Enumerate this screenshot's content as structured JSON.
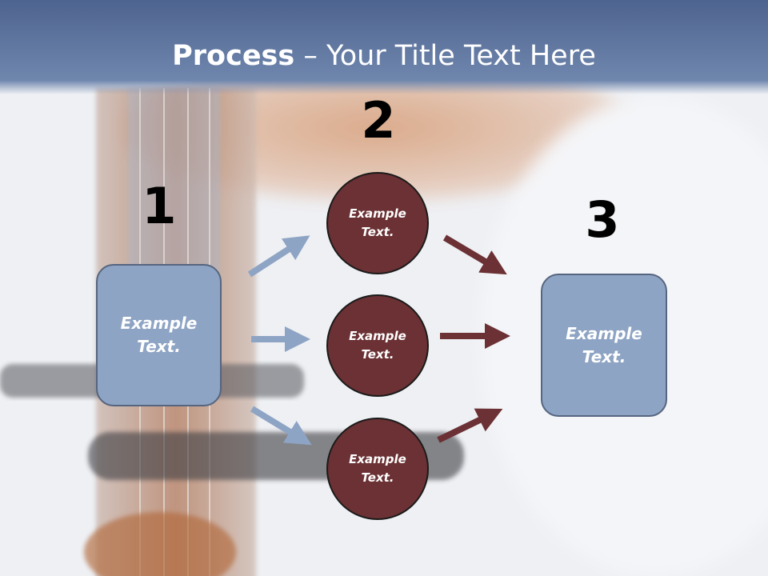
{
  "title": {
    "bold": "Process",
    "rest": " – Your Title Text Here"
  },
  "steps": {
    "step1": {
      "number": "1",
      "line1": "Example",
      "line2": "Text."
    },
    "step2": {
      "number": "2",
      "circles": [
        {
          "line1": "Example",
          "line2": "Text."
        },
        {
          "line1": "Example",
          "line2": "Text."
        },
        {
          "line1": "Example",
          "line2": "Text."
        }
      ]
    },
    "step3": {
      "number": "3",
      "line1": "Example",
      "line2": "Text."
    }
  },
  "colors": {
    "header": "#5a7098",
    "box_fill": "#8ea4c4",
    "box_border": "#56657f",
    "circle_fill": "#6b3134",
    "blue_arrow": "#8ea4c4",
    "maroon_arrow": "#6b3134"
  }
}
